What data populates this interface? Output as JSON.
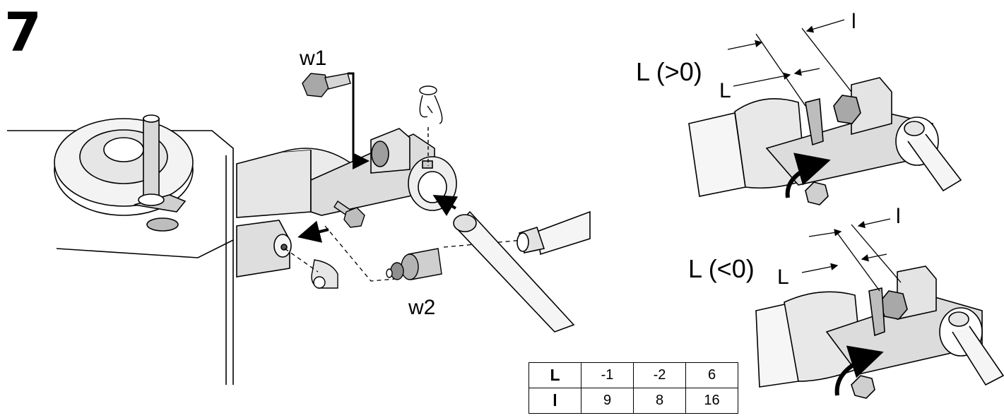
{
  "step_number": "7",
  "parts": {
    "w1": "w1",
    "w2": "w2"
  },
  "detail_top": {
    "title": "L (>0)",
    "dim_L": "L",
    "dim_l": "l"
  },
  "detail_bottom": {
    "title": "L (<0)",
    "dim_L": "L",
    "dim_l": "l"
  },
  "table": {
    "rows": [
      {
        "head": "L",
        "values": [
          "-1",
          "-2",
          "6"
        ]
      },
      {
        "head": "l",
        "values": [
          "9",
          "8",
          "16"
        ]
      }
    ]
  }
}
